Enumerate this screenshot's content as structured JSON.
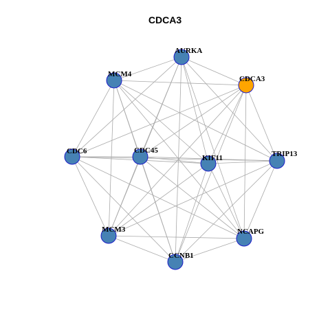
{
  "title": "CDCA3",
  "colors": {
    "node_fill": "#4682B4",
    "node_stroke": "#1C1CC8",
    "highlight_fill": "#FFA500",
    "edge": "#A9A9A9",
    "label": "#000000"
  },
  "nodes": [
    {
      "id": "AURKA",
      "label": "AURKA",
      "highlight": false
    },
    {
      "id": "CDCA3",
      "label": "CDCA3",
      "highlight": true
    },
    {
      "id": "TRIP13",
      "label": "TRIP13",
      "highlight": false
    },
    {
      "id": "NCAPG",
      "label": "NCAPG",
      "highlight": false
    },
    {
      "id": "CCNB1",
      "label": "CCNB1",
      "highlight": false
    },
    {
      "id": "MCM3",
      "label": "MCM3",
      "highlight": false
    },
    {
      "id": "CDC6",
      "label": "CDC6",
      "highlight": false
    },
    {
      "id": "MCM4",
      "label": "MCM4",
      "highlight": false
    },
    {
      "id": "CDC45",
      "label": "CDC45",
      "highlight": false
    },
    {
      "id": "KIF11",
      "label": "KIF11",
      "highlight": false
    }
  ],
  "edges": [
    [
      "AURKA",
      "CDCA3"
    ],
    [
      "AURKA",
      "MCM4"
    ],
    [
      "AURKA",
      "CDC6"
    ],
    [
      "AURKA",
      "CDC45"
    ],
    [
      "AURKA",
      "KIF11"
    ],
    [
      "AURKA",
      "TRIP13"
    ],
    [
      "AURKA",
      "NCAPG"
    ],
    [
      "AURKA",
      "CCNB1"
    ],
    [
      "AURKA",
      "MCM3"
    ],
    [
      "CDCA3",
      "MCM4"
    ],
    [
      "CDCA3",
      "CDC45"
    ],
    [
      "CDCA3",
      "KIF11"
    ],
    [
      "CDCA3",
      "TRIP13"
    ],
    [
      "CDCA3",
      "NCAPG"
    ],
    [
      "CDCA3",
      "CCNB1"
    ],
    [
      "CDCA3",
      "MCM3"
    ],
    [
      "CDCA3",
      "CDC6"
    ],
    [
      "MCM4",
      "CDC6"
    ],
    [
      "MCM4",
      "CDC45"
    ],
    [
      "MCM4",
      "MCM3"
    ],
    [
      "MCM4",
      "CCNB1"
    ],
    [
      "MCM4",
      "KIF11"
    ],
    [
      "MCM4",
      "NCAPG"
    ],
    [
      "MCM4",
      "TRIP13"
    ],
    [
      "CDC6",
      "CDC45"
    ],
    [
      "CDC6",
      "KIF11"
    ],
    [
      "CDC6",
      "TRIP13"
    ],
    [
      "CDC6",
      "MCM3"
    ],
    [
      "CDC6",
      "CCNB1"
    ],
    [
      "CDC6",
      "NCAPG"
    ],
    [
      "CDC45",
      "KIF11"
    ],
    [
      "CDC45",
      "TRIP13"
    ],
    [
      "CDC45",
      "MCM3"
    ],
    [
      "CDC45",
      "CCNB1"
    ],
    [
      "CDC45",
      "NCAPG"
    ],
    [
      "KIF11",
      "TRIP13"
    ],
    [
      "KIF11",
      "MCM3"
    ],
    [
      "KIF11",
      "CCNB1"
    ],
    [
      "KIF11",
      "NCAPG"
    ],
    [
      "TRIP13",
      "NCAPG"
    ],
    [
      "TRIP13",
      "CCNB1"
    ],
    [
      "TRIP13",
      "MCM3"
    ],
    [
      "MCM3",
      "CCNB1"
    ],
    [
      "MCM3",
      "NCAPG"
    ],
    [
      "CCNB1",
      "NCAPG"
    ]
  ]
}
